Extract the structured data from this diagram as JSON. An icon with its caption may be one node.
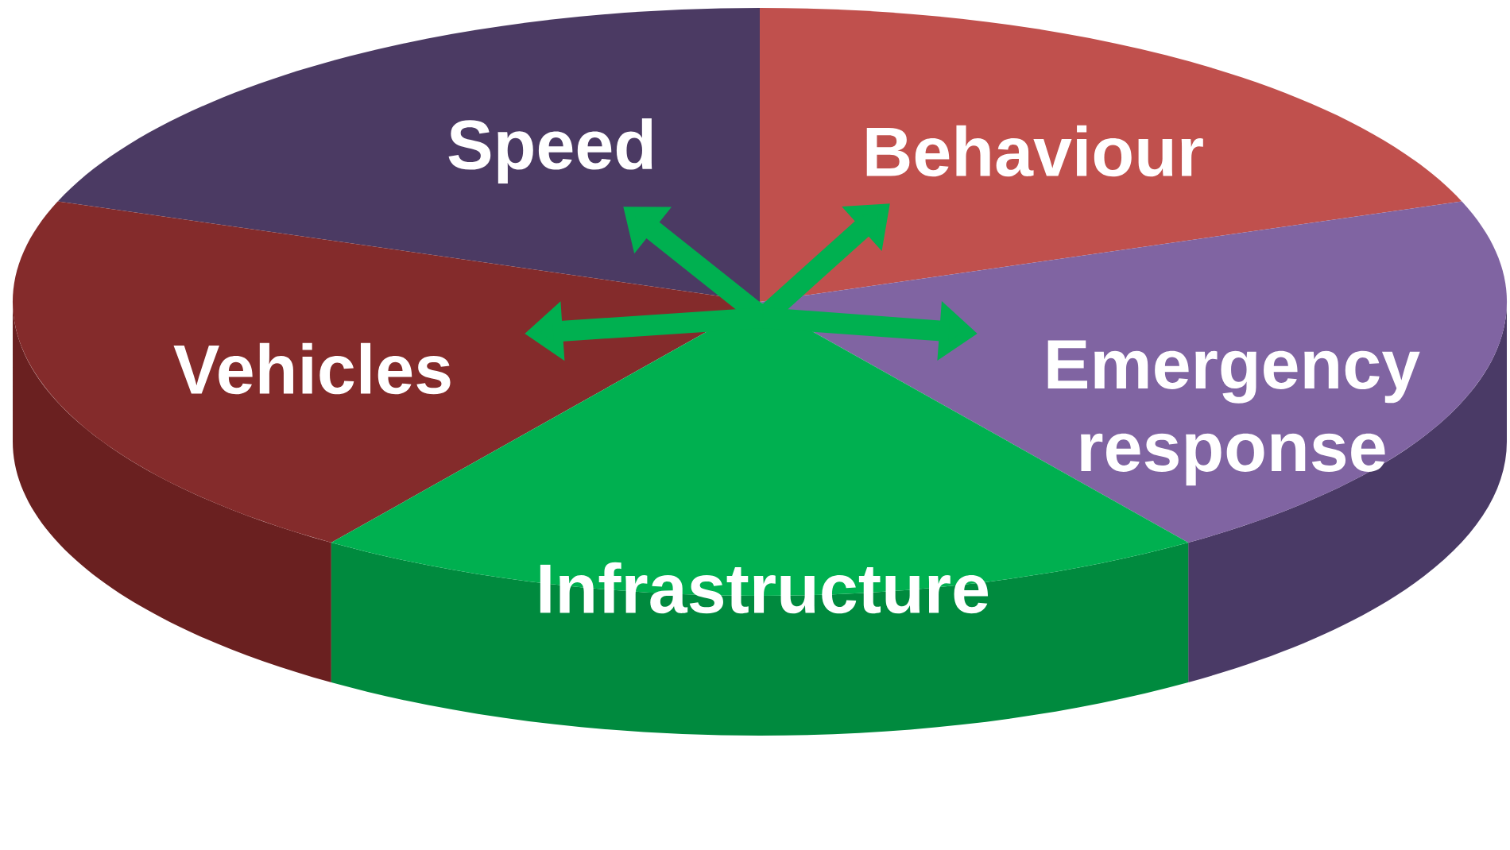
{
  "diagram": {
    "nodes": [
      {
        "text": [
          "Speed"
        ]
      },
      {
        "text": [
          "Behaviour"
        ]
      },
      {
        "text": [
          "Vehicles"
        ]
      },
      {
        "text": [
          "Emergency response"
        ]
      },
      {
        "text": [
          "Infrastructure"
        ]
      }
    ],
    "edges": [
      {
        "from": 4,
        "to": 0,
        "arrow": "to"
      },
      {
        "from": 4,
        "to": 1,
        "arrow": "to"
      },
      {
        "from": 4,
        "to": 2,
        "arrow": "to"
      },
      {
        "from": 4,
        "to": 3,
        "arrow": "to"
      }
    ]
  }
}
